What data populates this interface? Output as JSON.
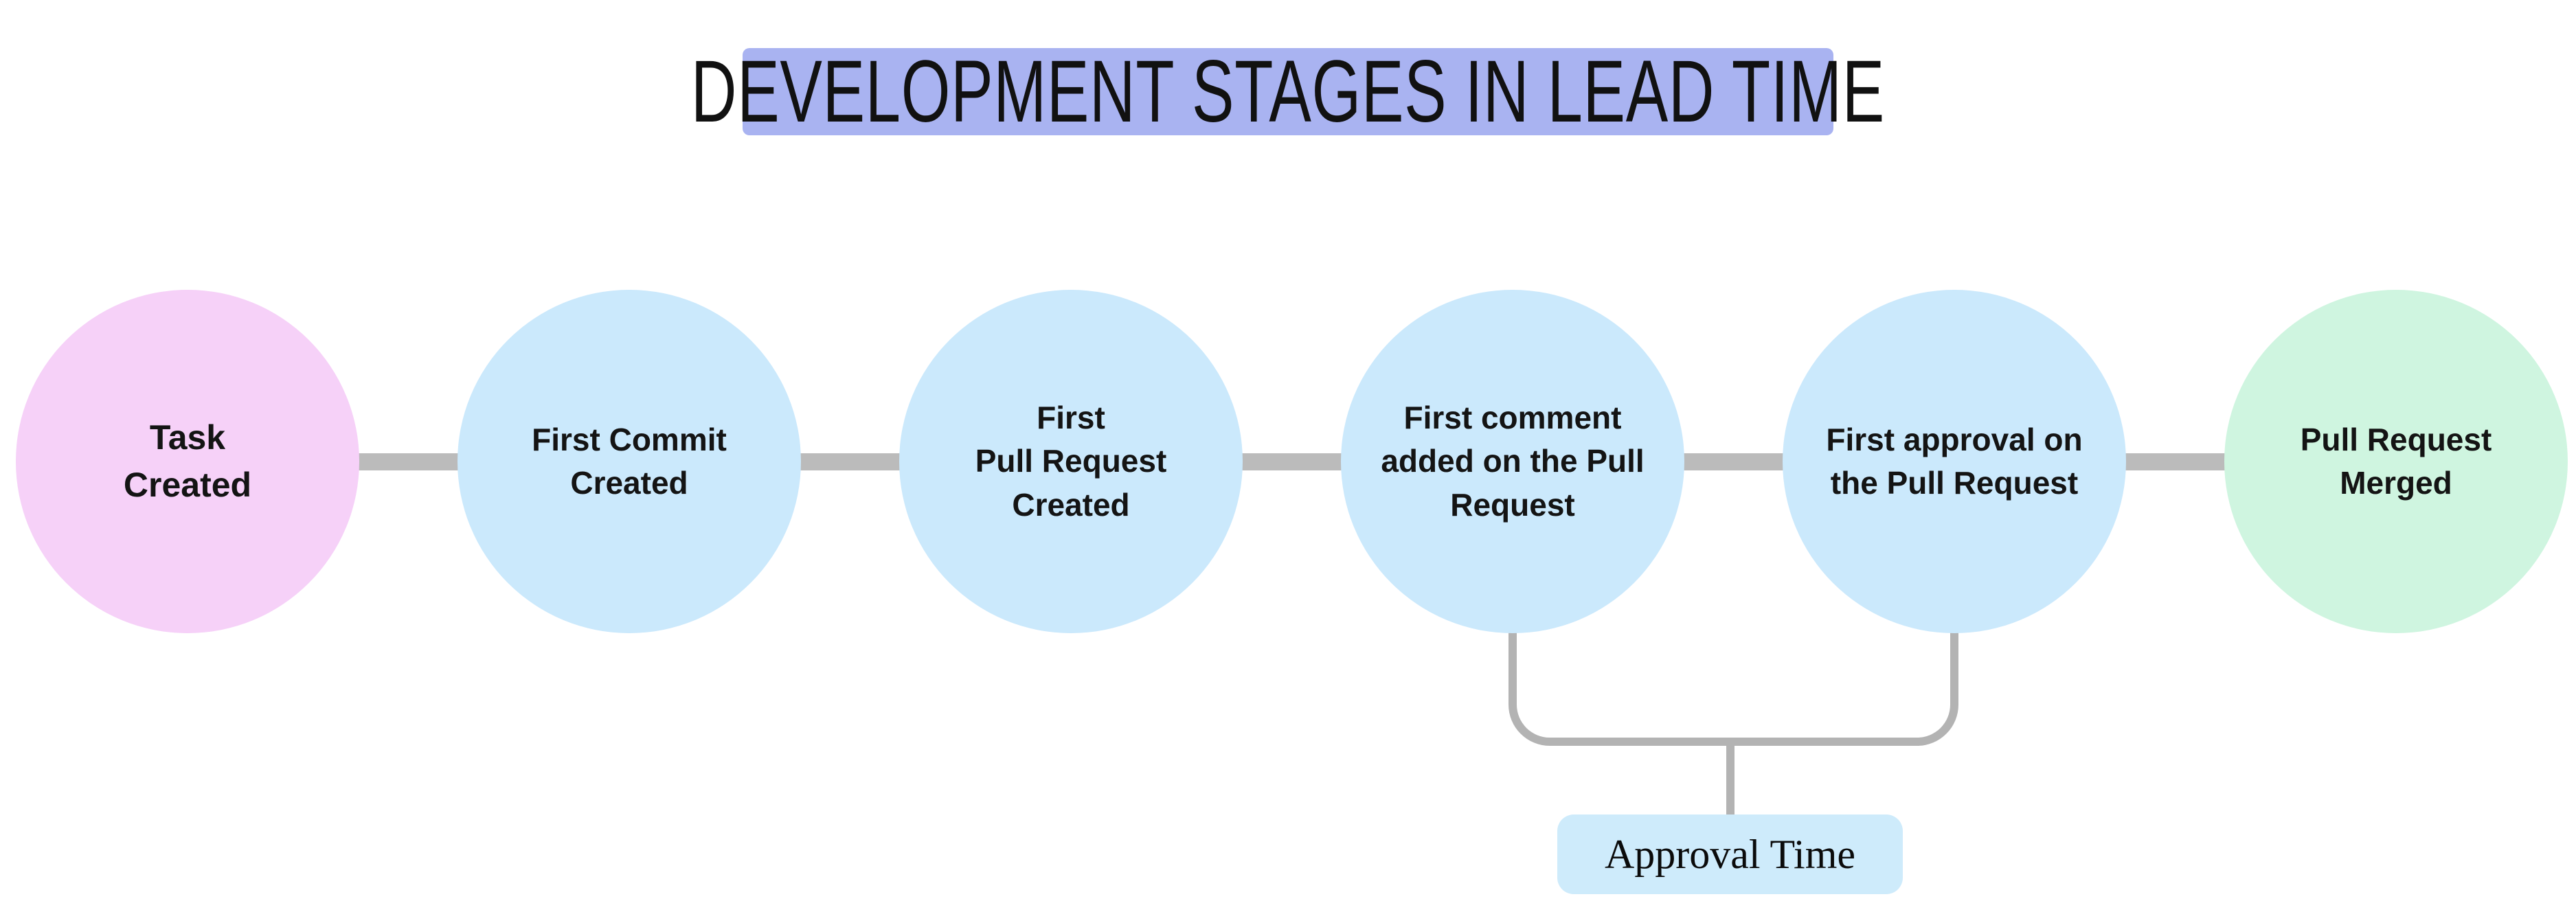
{
  "title": {
    "text": "DEVELOPMENT STAGES IN LEAD TIME",
    "bg_color": "#a9b3f1",
    "text_color": "#111111"
  },
  "flow": {
    "stages": [
      {
        "id": "task-created",
        "label": "Task\nCreated",
        "fill": "#f6d1f8"
      },
      {
        "id": "first-commit",
        "label": "First Commit\nCreated",
        "fill": "#cbe9fc"
      },
      {
        "id": "first-pull-request",
        "label": "First\nPull Request\nCreated",
        "fill": "#cbe9fc"
      },
      {
        "id": "first-comment",
        "label": "First comment\nadded on the Pull\nRequest",
        "fill": "#cbe9fc"
      },
      {
        "id": "first-approval",
        "label": "First approval on\nthe Pull Request",
        "fill": "#cbe9fc"
      },
      {
        "id": "pull-request-merged",
        "label": "Pull Request\nMerged",
        "fill": "#cff5e0"
      }
    ],
    "connector_color": "#bbbbbb"
  },
  "annotation": {
    "label": "Approval Time",
    "bg_color": "#ceebfb",
    "bracket_color": "#b3b3b3",
    "connects": [
      "first-comment",
      "first-approval"
    ]
  }
}
